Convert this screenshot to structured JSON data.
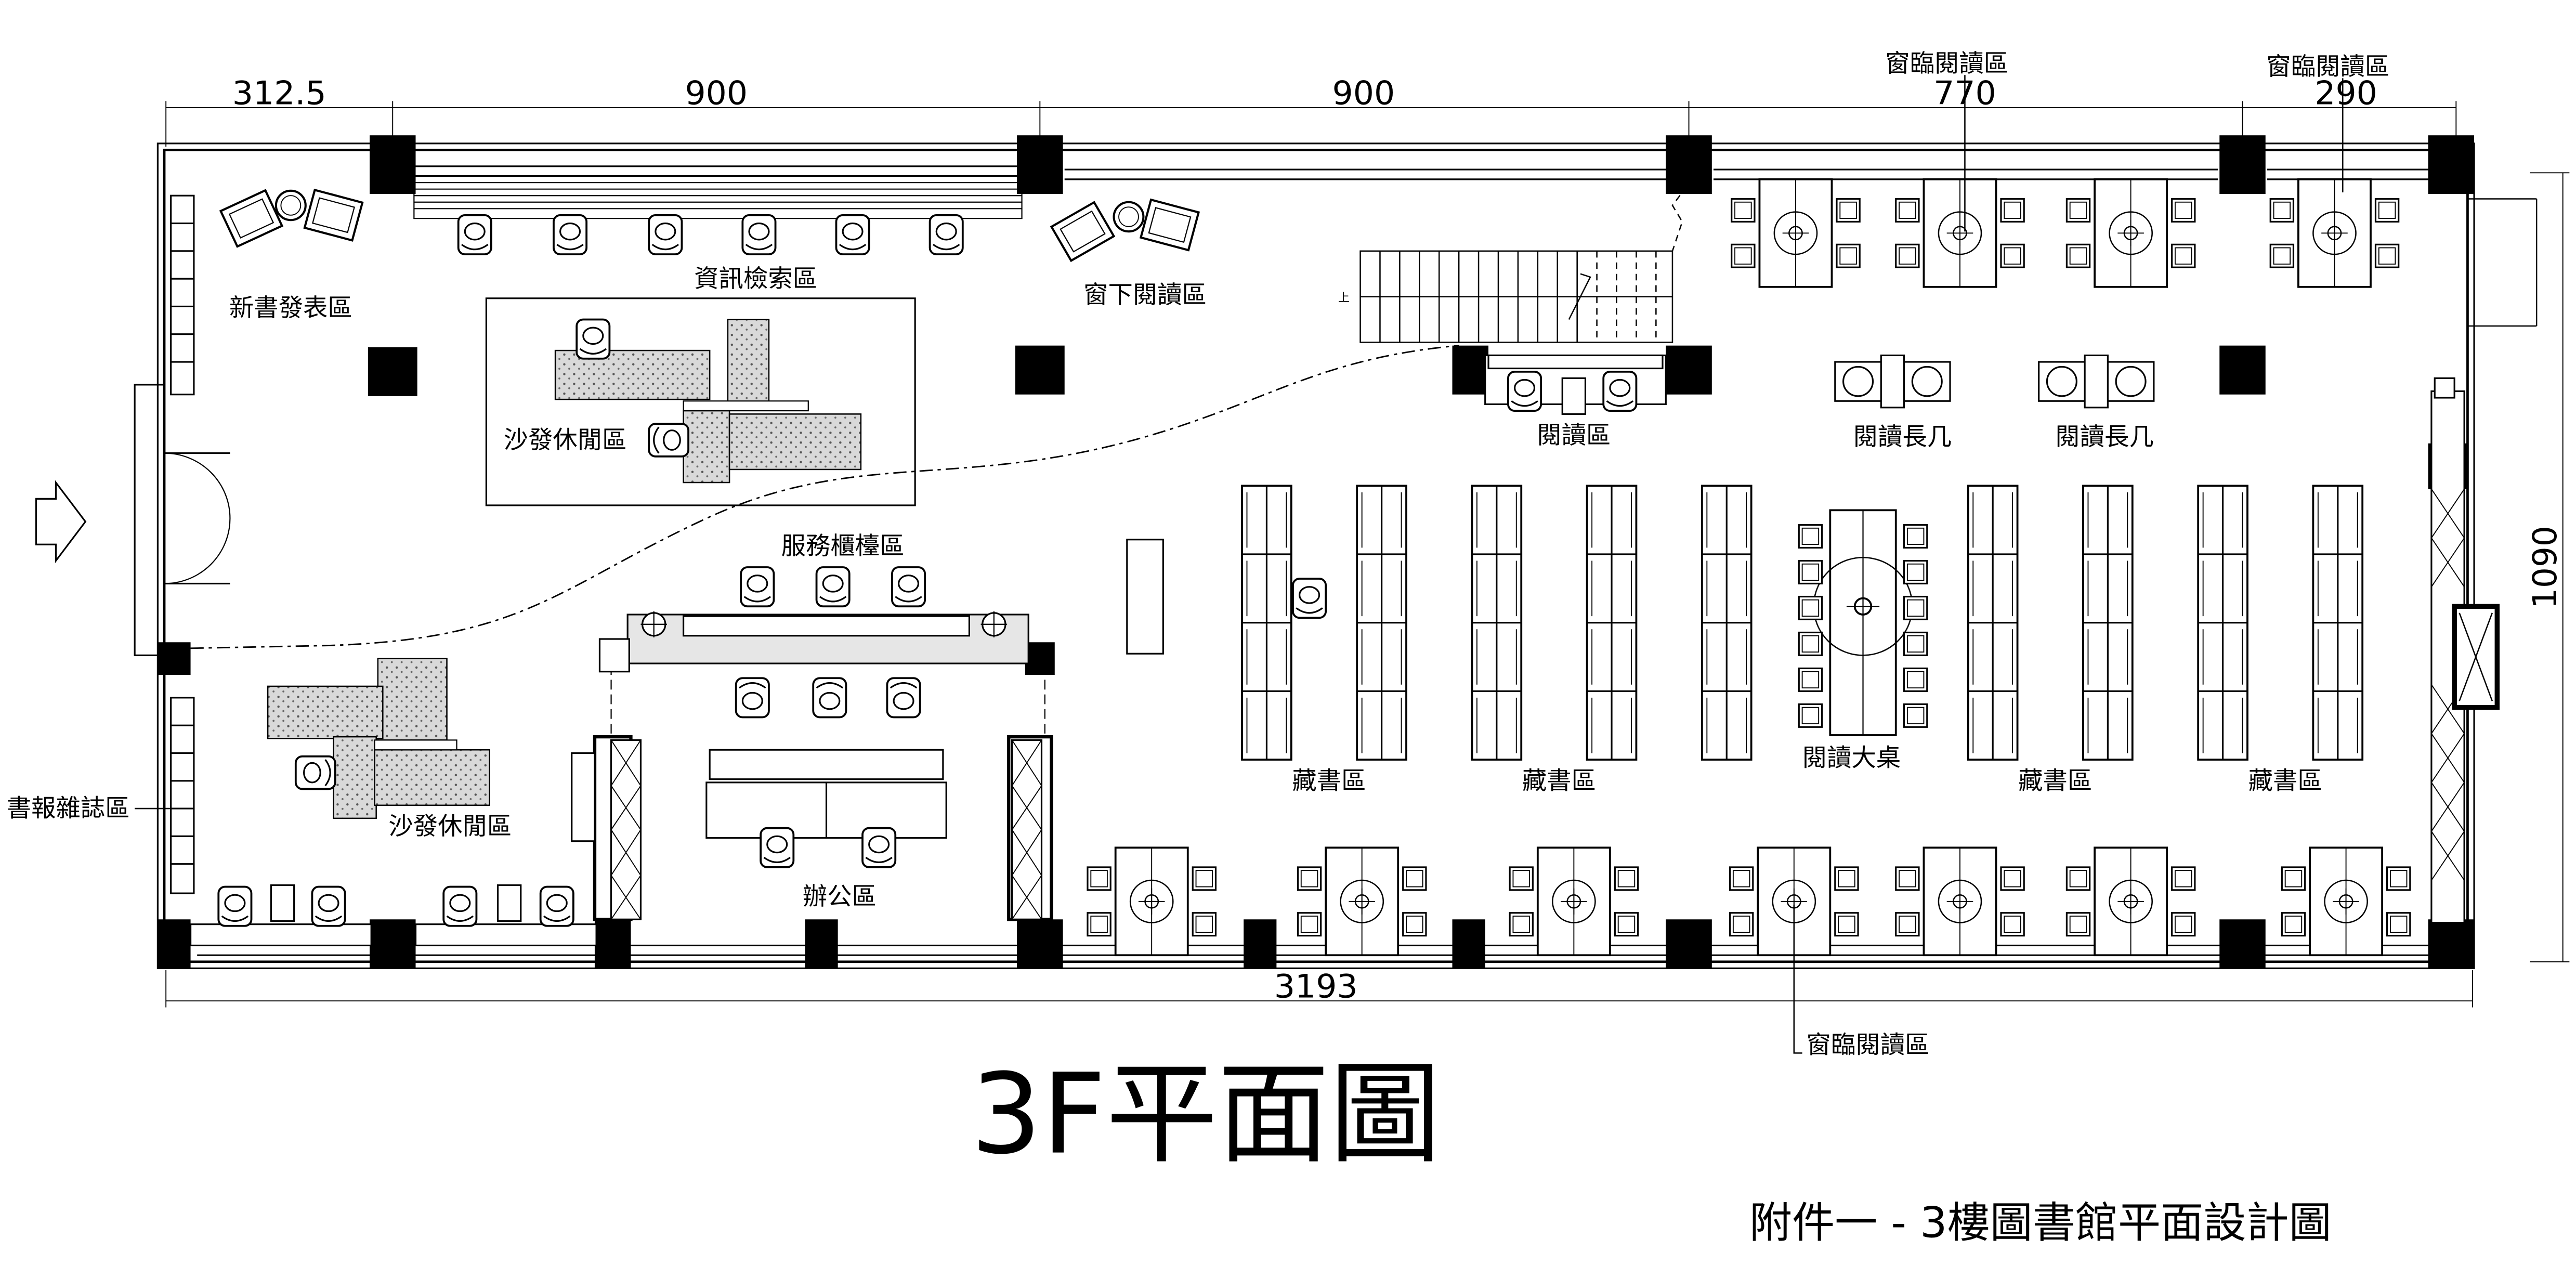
{
  "colors": {
    "ink": "#000000",
    "paper": "#ffffff",
    "hatch": "#bfbfbf"
  },
  "dimensions": {
    "top": [
      "312.5",
      "900",
      "900",
      "770",
      "290"
    ],
    "bottom": "3193",
    "right": "1090"
  },
  "labels": {
    "new_books": "新書發表區",
    "info_search": "資訊檢索區",
    "window_reading": "窗下閱讀區",
    "sofa_lounge_top": "沙發休閒區",
    "service_counter": "服務櫃檯區",
    "reading_zone": "閱讀區",
    "long_table_1": "閱讀長几",
    "long_table_2": "閱讀長几",
    "stacks_1": "藏書區",
    "stacks_2": "藏書區",
    "big_table": "閱讀大桌",
    "stacks_3": "藏書區",
    "stacks_4": "藏書區",
    "magazines": "書報雜誌區",
    "sofa_lounge_bottom": "沙發休閒區",
    "office": "辦公區",
    "window_seat_1": "窗臨閱讀區",
    "window_seat_2": "窗臨閱讀區",
    "window_seat_3": "窗臨閱讀區",
    "stair_up": "上"
  },
  "title": "3F平面圖",
  "subtitle": "附件一 - 3樓圖書館平面設計圖"
}
